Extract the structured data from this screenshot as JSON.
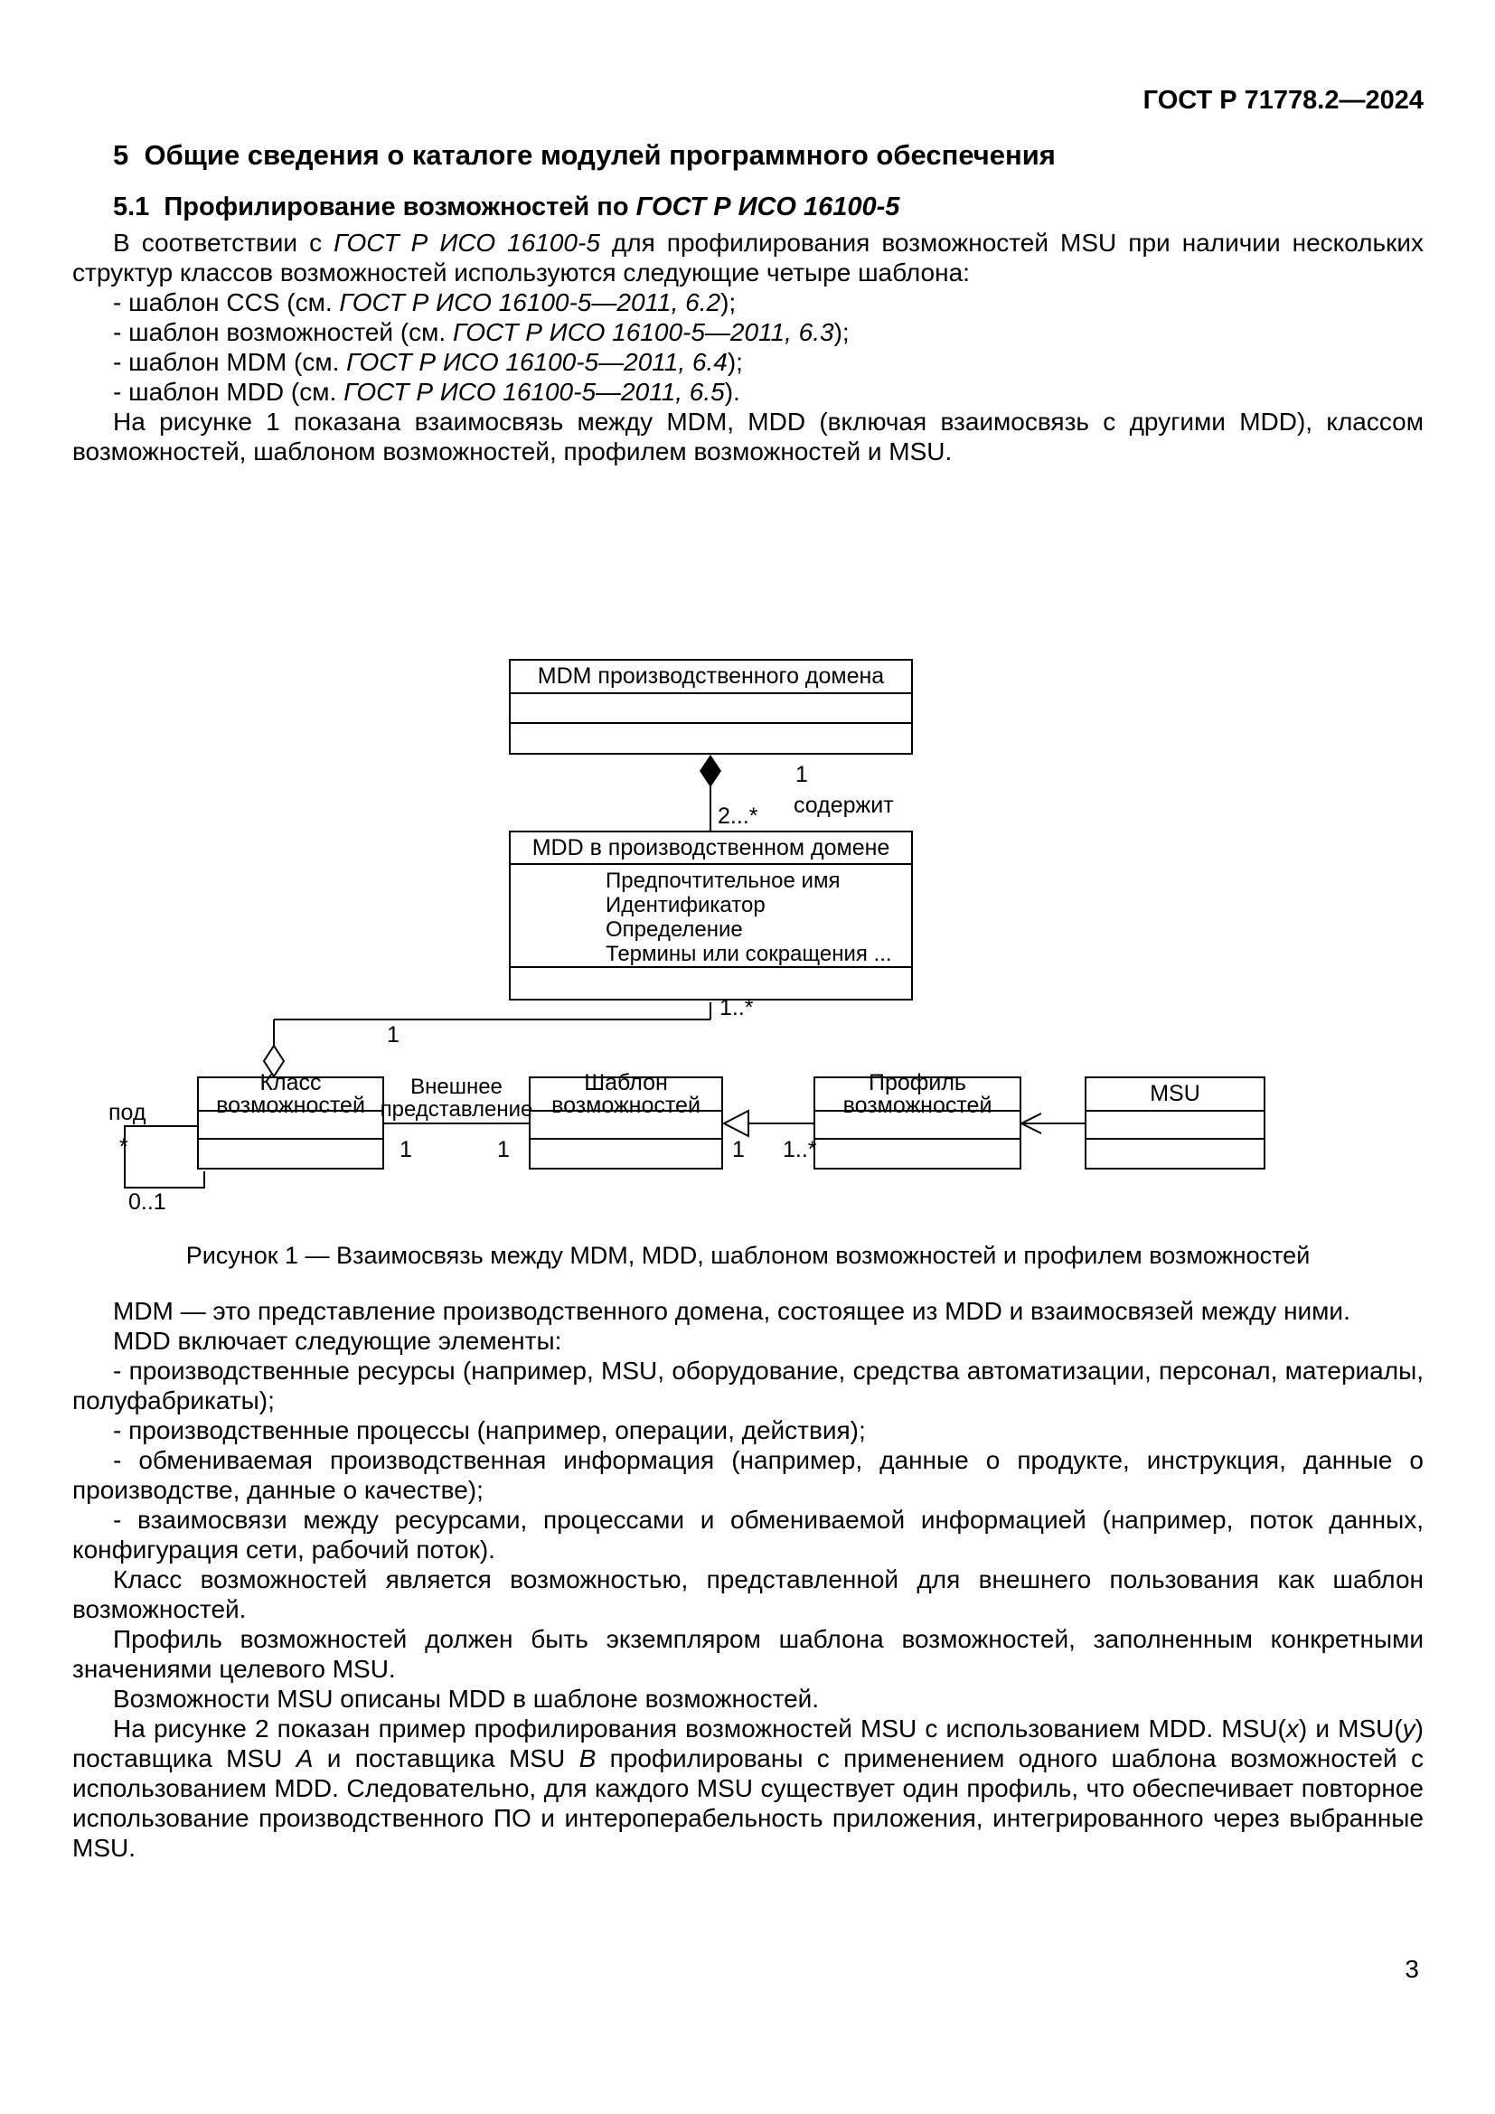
{
  "page": {
    "header": "ГОСТ Р 71778.2—2024",
    "number": "3"
  },
  "section_title": "5  Общие сведения о каталоге модулей программного обеспечения",
  "subsection": {
    "s0": "5.1  Профилирование возможностей по ",
    "s1": "ГОСТ Р ИСО 16100-5"
  },
  "intro": {
    "s0": "В соответствии с ",
    "s1": "ГОСТ Р ИСО 16100-5",
    "s2": " для профилирования возможностей MSU при наличии нескольких структур классов возможностей используются следующие четыре шаблона:"
  },
  "templates_list": [
    {
      "s0": "- шаблон CCS (см. ",
      "s1": "ГОСТ Р ИСО 16100-5—2011, 6.2",
      "s2": ");"
    },
    {
      "s0": "- шаблон возможностей (см. ",
      "s1": "ГОСТ Р ИСО 16100-5—2011, 6.3",
      "s2": ");"
    },
    {
      "s0": "- шаблон MDM (см. ",
      "s1": "ГОСТ Р ИСО 16100-5—2011, 6.4",
      "s2": ");"
    },
    {
      "s0": "- шаблон MDD (см. ",
      "s1": "ГОСТ Р ИСО 16100-5—2011, 6.5",
      "s2": ")."
    }
  ],
  "figure_intro": "На рисунке 1 показана взаимосвязь между MDM, MDD (включая взаимосвязь с другими MDD), классом возможностей, шаблоном возможностей, профилем возможностей и MSU.",
  "diagram": {
    "mdm_title": "MDM производственного домена",
    "mdd_title": "MDD в производственном домене",
    "mdd_attrs": [
      "Предпочтительное имя",
      "Идентификатор",
      "Определение",
      "Термины или сокращения ..."
    ],
    "class_title": "Класс возможностей",
    "template_title": "Шаблон возможностей",
    "profile_title": "Профиль возможностей",
    "msu_title": "MSU",
    "labels": {
      "contains": "содержит",
      "external_view_line1": "Внешнее",
      "external_view_line2": "представление",
      "pod": "под"
    },
    "multiplicities": {
      "one": "1",
      "two_dots_star": "2...*",
      "one_dots_star": "1..*",
      "zero_one": "0..1",
      "star": "*"
    }
  },
  "figure_caption": "Рисунок 1 — Взаимосвязь между MDM, MDD, шаблоном возможностей и профилем возможностей",
  "body": {
    "p_mdm": "MDM — это представление производственного домена, состоящее из MDD и взаимосвязей между ними.",
    "p_mdd_includes": "MDD включает следующие элементы:",
    "mdd_list": [
      "- производственные ресурсы (например, MSU, оборудование, средства автоматизации, персонал, материалы, полуфабрикаты);",
      "- производственные процессы (например, операции, действия);",
      "- обмениваемая производственная информация (например, данные о продукте, инструкция, данные о производстве, данные о качестве);",
      "- взаимосвязи между ресурсами, процессами и обмениваемой информацией (например, поток данных, конфигурация сети, рабочий поток)."
    ],
    "p_class": "Класс  возможностей является возможностью, представленной для внешнего пользования как шаблон возможностей.",
    "p_profile": "Профиль возможностей должен быть экземпляром шаблона возможностей, заполненным конкретными значениями целевого MSU.",
    "p_msu": "Возможности MSU описаны MDD в шаблоне возможностей.",
    "p_fig2": {
      "s0": "На рисунке 2 показан пример профилирования возможностей MSU с использованием MDD. MSU(",
      "s1": "x",
      "s2": ") и MSU(",
      "s3": "y",
      "s4": ") поставщика MSU ",
      "s5": "A",
      "s6": " и поставщика MSU ",
      "s7": "B",
      "s8": " профилированы с применением одного шаблона возможностей с использованием MDD. Следовательно, для каждого MSU существует один профиль, что обеспечивает повторное использование производственного ПО и интероперабельность приложения, интегрированного через выбранные MSU."
    }
  }
}
